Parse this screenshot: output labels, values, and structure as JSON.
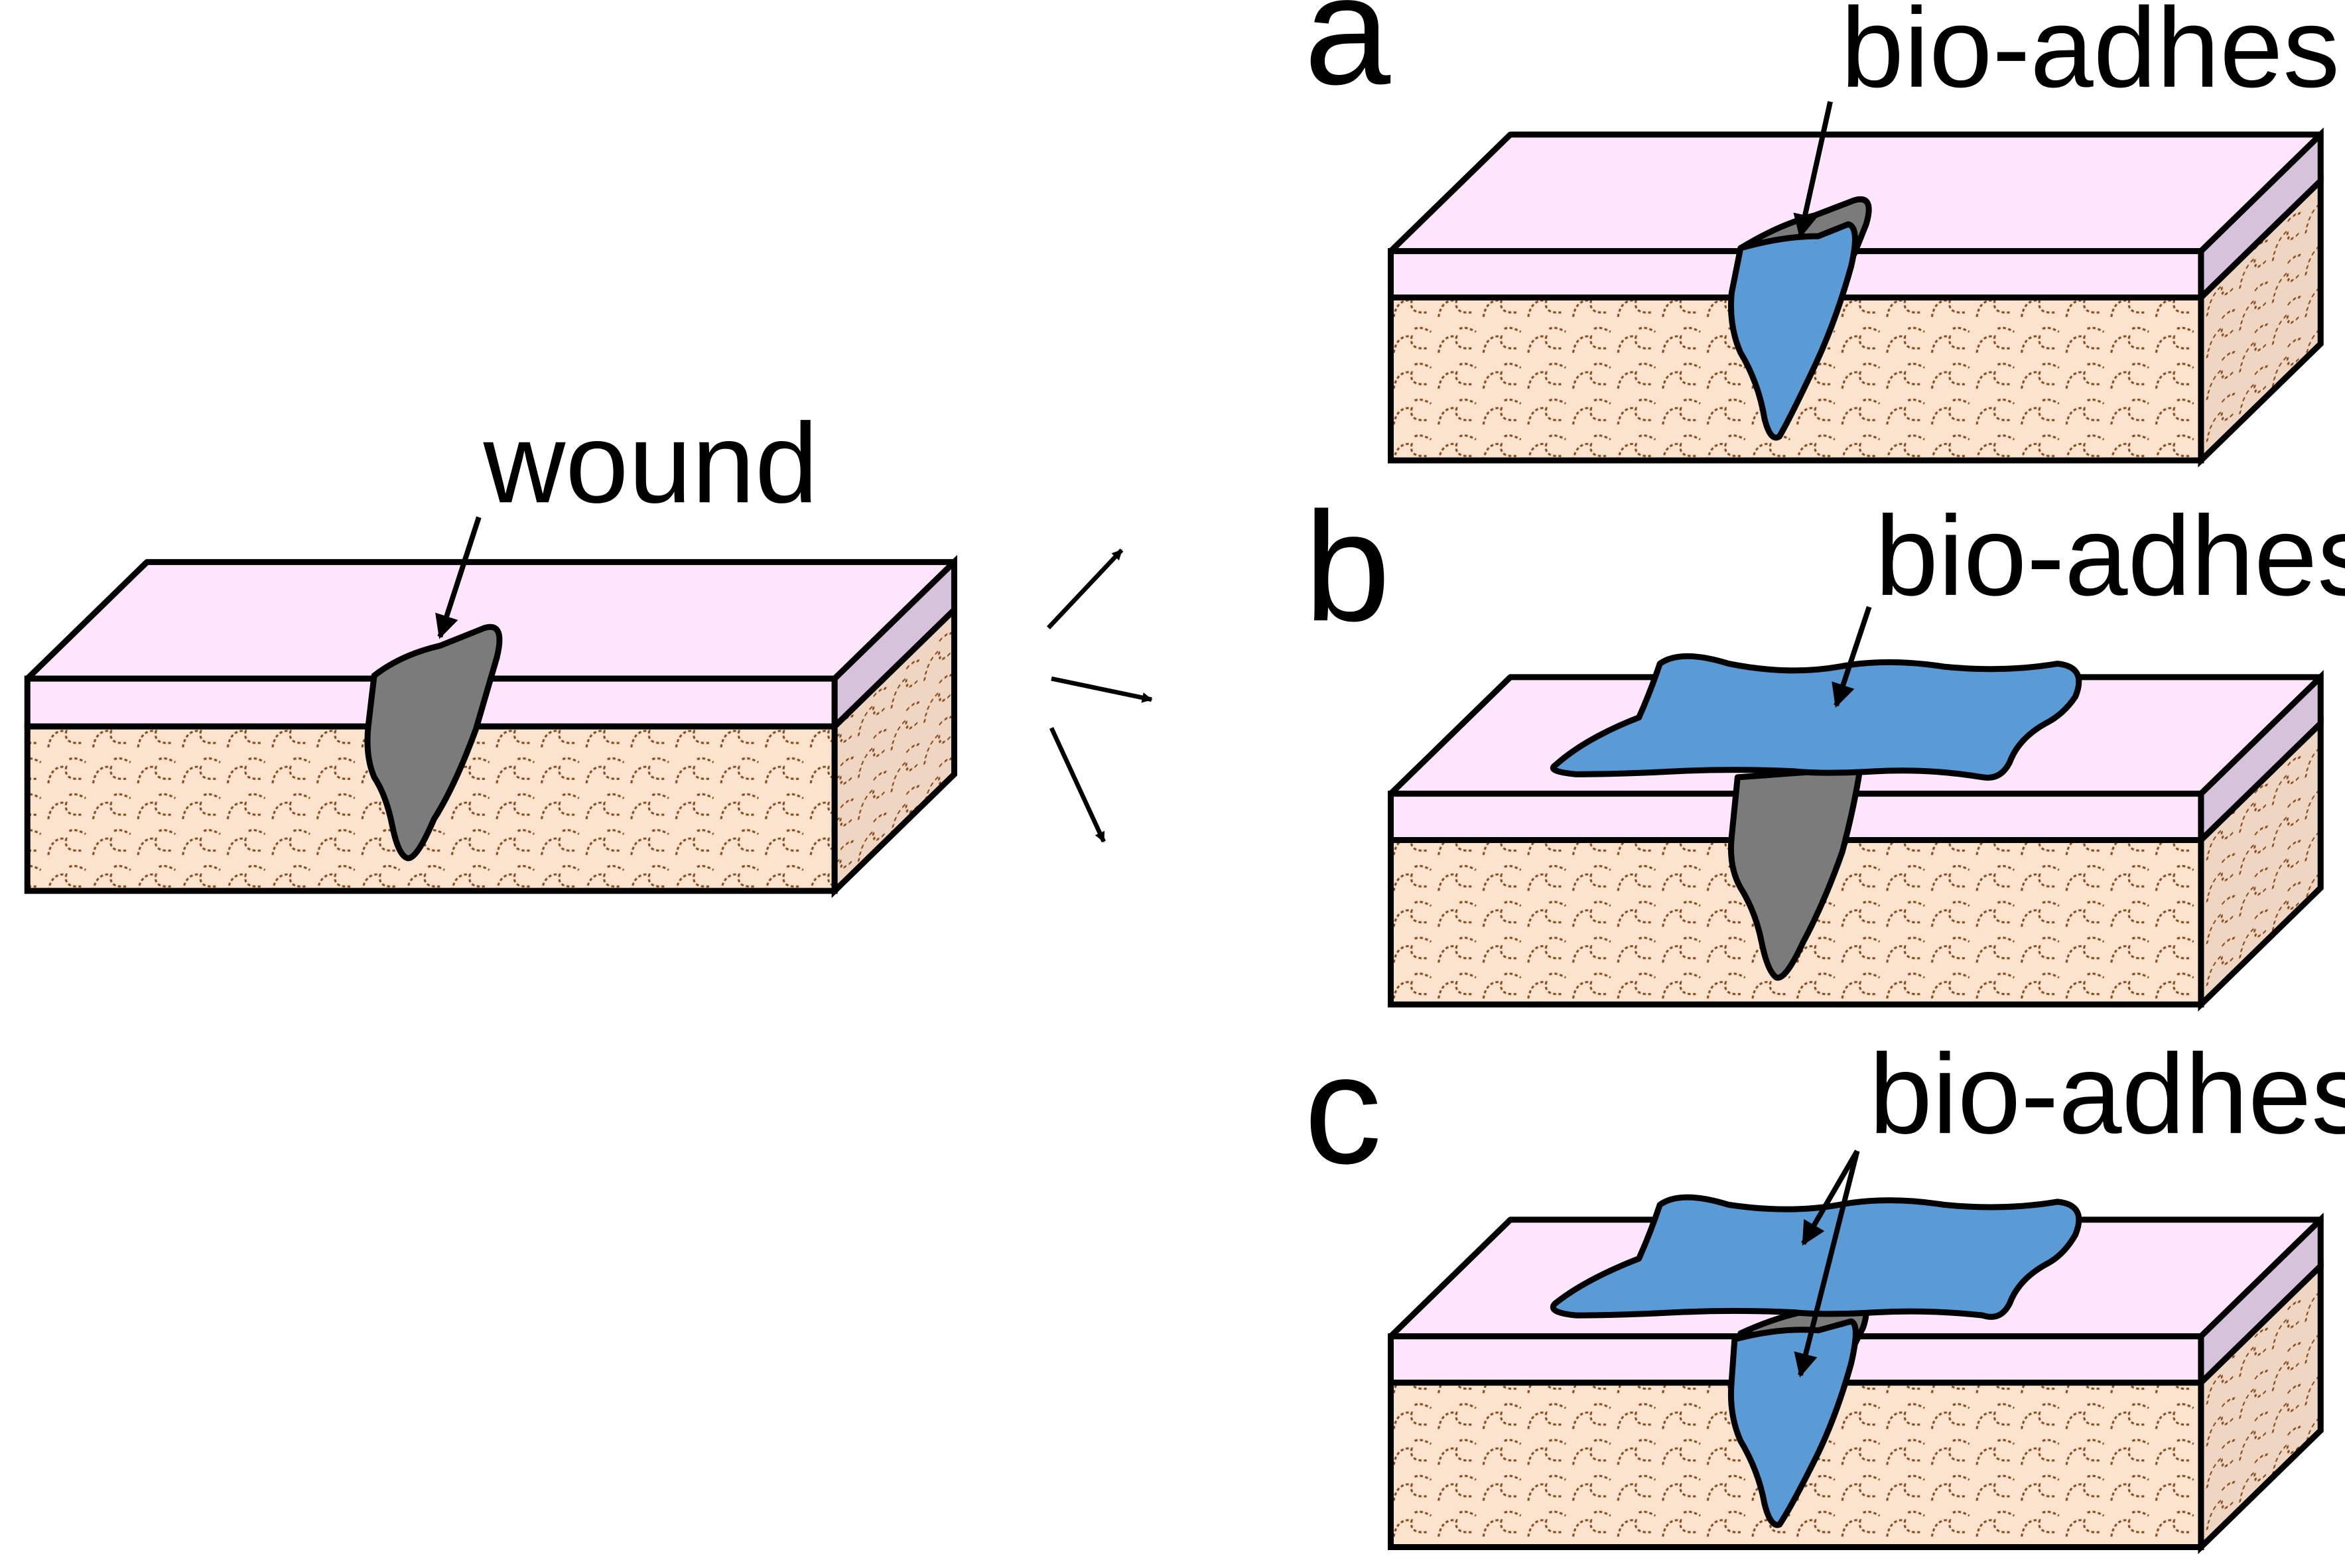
{
  "figure": {
    "labels": {
      "wound": "wound",
      "panel_a": "a",
      "panel_b": "b",
      "panel_c": "c",
      "bioadhesive_a": "bio-adhesive",
      "bioadhesive_b": "bio-adhesive",
      "bioadhesive_c": "bio-adhesive"
    },
    "colors": {
      "epidermis": "#fde6fb",
      "epidermis_side": "#d7c2db",
      "dermis": "#fbe3cd",
      "dermis_pattern": "#8a4b1f",
      "wound": "#7b7b7b",
      "bio_adhesive": "#5b9bd5",
      "outline": "#000000"
    }
  }
}
